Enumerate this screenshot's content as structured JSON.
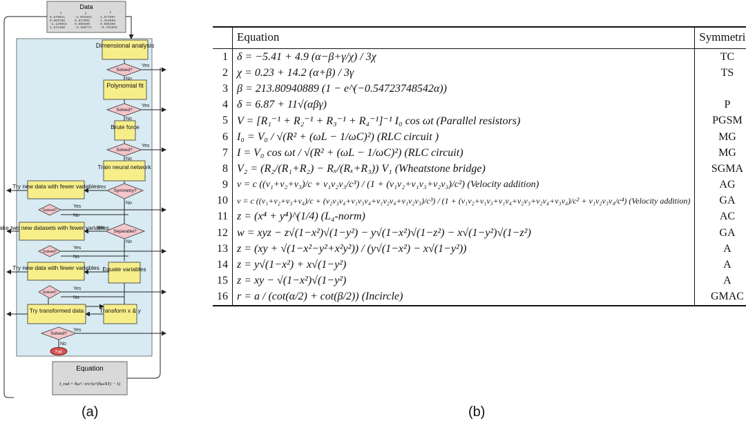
{
  "flowchart": {
    "data_box_title": "Data",
    "data_headers": [
      "x",
      "y",
      "f"
    ],
    "data_rows": [
      [
        "0.570611",
        "-2.053563",
        "1.677997"
      ],
      [
        "0.883780",
        "0.817601",
        "1.316888"
      ],
      [
        "-1.149015",
        "0.506590",
        "0.095308"
      ],
      [
        "1.571490",
        "-2.358771",
        "-0.791993"
      ]
    ],
    "steps": {
      "dimensional": "Dimensional analysis",
      "polynomial": "Polynomial fit",
      "brute": "Brute force",
      "neural": "Train neural network",
      "try_fewer_1": "Try new data with fewer variables",
      "two_datasets": "Make two new datasets with fewer variables",
      "try_fewer_2": "Try new data with fewer variables",
      "equate": "Equate variables",
      "try_transformed": "Try transformed data",
      "transform": "Transform x & y"
    },
    "decisions": {
      "solved": "Solved?",
      "symmetry": "Symmetry?",
      "separable": "Separable?"
    },
    "labels": {
      "yes": "Yes",
      "no": "No"
    },
    "fail": "Fail",
    "equation_box_title": "Equation",
    "equation_formula": "I_rad = ħω³ / π²c²(e^(ħω/kT) − 1)"
  },
  "captions": {
    "a": "(a)",
    "b": "(b)"
  },
  "table": {
    "header_equation": "Equation",
    "header_symmetries": "Symmetries",
    "rows": [
      {
        "n": "1",
        "eq": "δ = −5.41 + 4.9 (α−β+γ/χ) / 3χ",
        "sym": "TC"
      },
      {
        "n": "2",
        "eq": "χ = 0.23 + 14.2 (α+β) / 3γ",
        "sym": "TS"
      },
      {
        "n": "3",
        "eq": "β = 213.80940889 (1 − e^(−0.54723748542α))",
        "sym": ""
      },
      {
        "n": "4",
        "eq": "δ = 6.87 + 11√(αβγ)",
        "sym": "P"
      },
      {
        "n": "5",
        "eq": "V = [R₁⁻¹ + R₂⁻¹ + R₃⁻¹ + R₄⁻¹]⁻¹ I₀ cos ωt   (Parallel resistors)",
        "sym": "PGSM"
      },
      {
        "n": "6",
        "eq": "I₀ = V₀ / √(R² + (ωL − 1/ωC)²)   (RLC circuit )",
        "sym": "MG"
      },
      {
        "n": "7",
        "eq": "I = V₀ cos ωt / √(R² + (ωL − 1/ωC)²)   (RLC circuit)",
        "sym": "MG"
      },
      {
        "n": "8",
        "eq": "V₂ = (R₂/(R₁+R₂) − Rₓ/(Rₓ+R₃)) V₁   (Wheatstone bridge)",
        "sym": "SGMA"
      },
      {
        "n": "9",
        "eq": "v = c ((v₁+v₂+v₃)/c + v₁v₂v₃/c³) / (1 + (v₁v₂+v₁v₃+v₂v₃)/c²)   (Velocity addition)",
        "sym": "AG"
      },
      {
        "n": "10",
        "eq": "v = c ((v₁+v₂+v₃+v₄)/c + (v₂v₃v₄+v₁v₃v₄+v₁v₂v₄+v₁v₂v₃)/c³) / (1 + (v₁v₂+v₁v₃+v₁v₄+v₂v₃+v₂v₄+v₃v₄)/c² + v₁v₂v₃v₄/c⁴)   (Velocity addition)",
        "sym": "GA"
      },
      {
        "n": "11",
        "eq": "z = (x⁴ + y⁴)^(1/4)   (L₄-norm)",
        "sym": "AC"
      },
      {
        "n": "12",
        "eq": "w = xyz − z√(1−x²)√(1−y²) − y√(1−x²)√(1−z²) − x√(1−y²)√(1−z²)",
        "sym": "GA"
      },
      {
        "n": "13",
        "eq": "z = (xy + √(1−x²−y²+x²y²)) / (y√(1−x²) − x√(1−y²))",
        "sym": "A"
      },
      {
        "n": "14",
        "eq": "z = y√(1−x²) + x√(1−y²)",
        "sym": "A"
      },
      {
        "n": "15",
        "eq": "z = xy − √(1−x²)√(1−y²)",
        "sym": "A"
      },
      {
        "n": "16",
        "eq": "r = a / (cot(α/2) + cot(β/2))   (Incircle)",
        "sym": "GMAC"
      }
    ]
  },
  "colors": {
    "panel_bg": "#d8ebf3",
    "step_fill": "#f7ee8a",
    "decision_fill": "#f4c6cc",
    "fail_fill": "#d9534f",
    "gray_box": "#d9d9d9"
  }
}
